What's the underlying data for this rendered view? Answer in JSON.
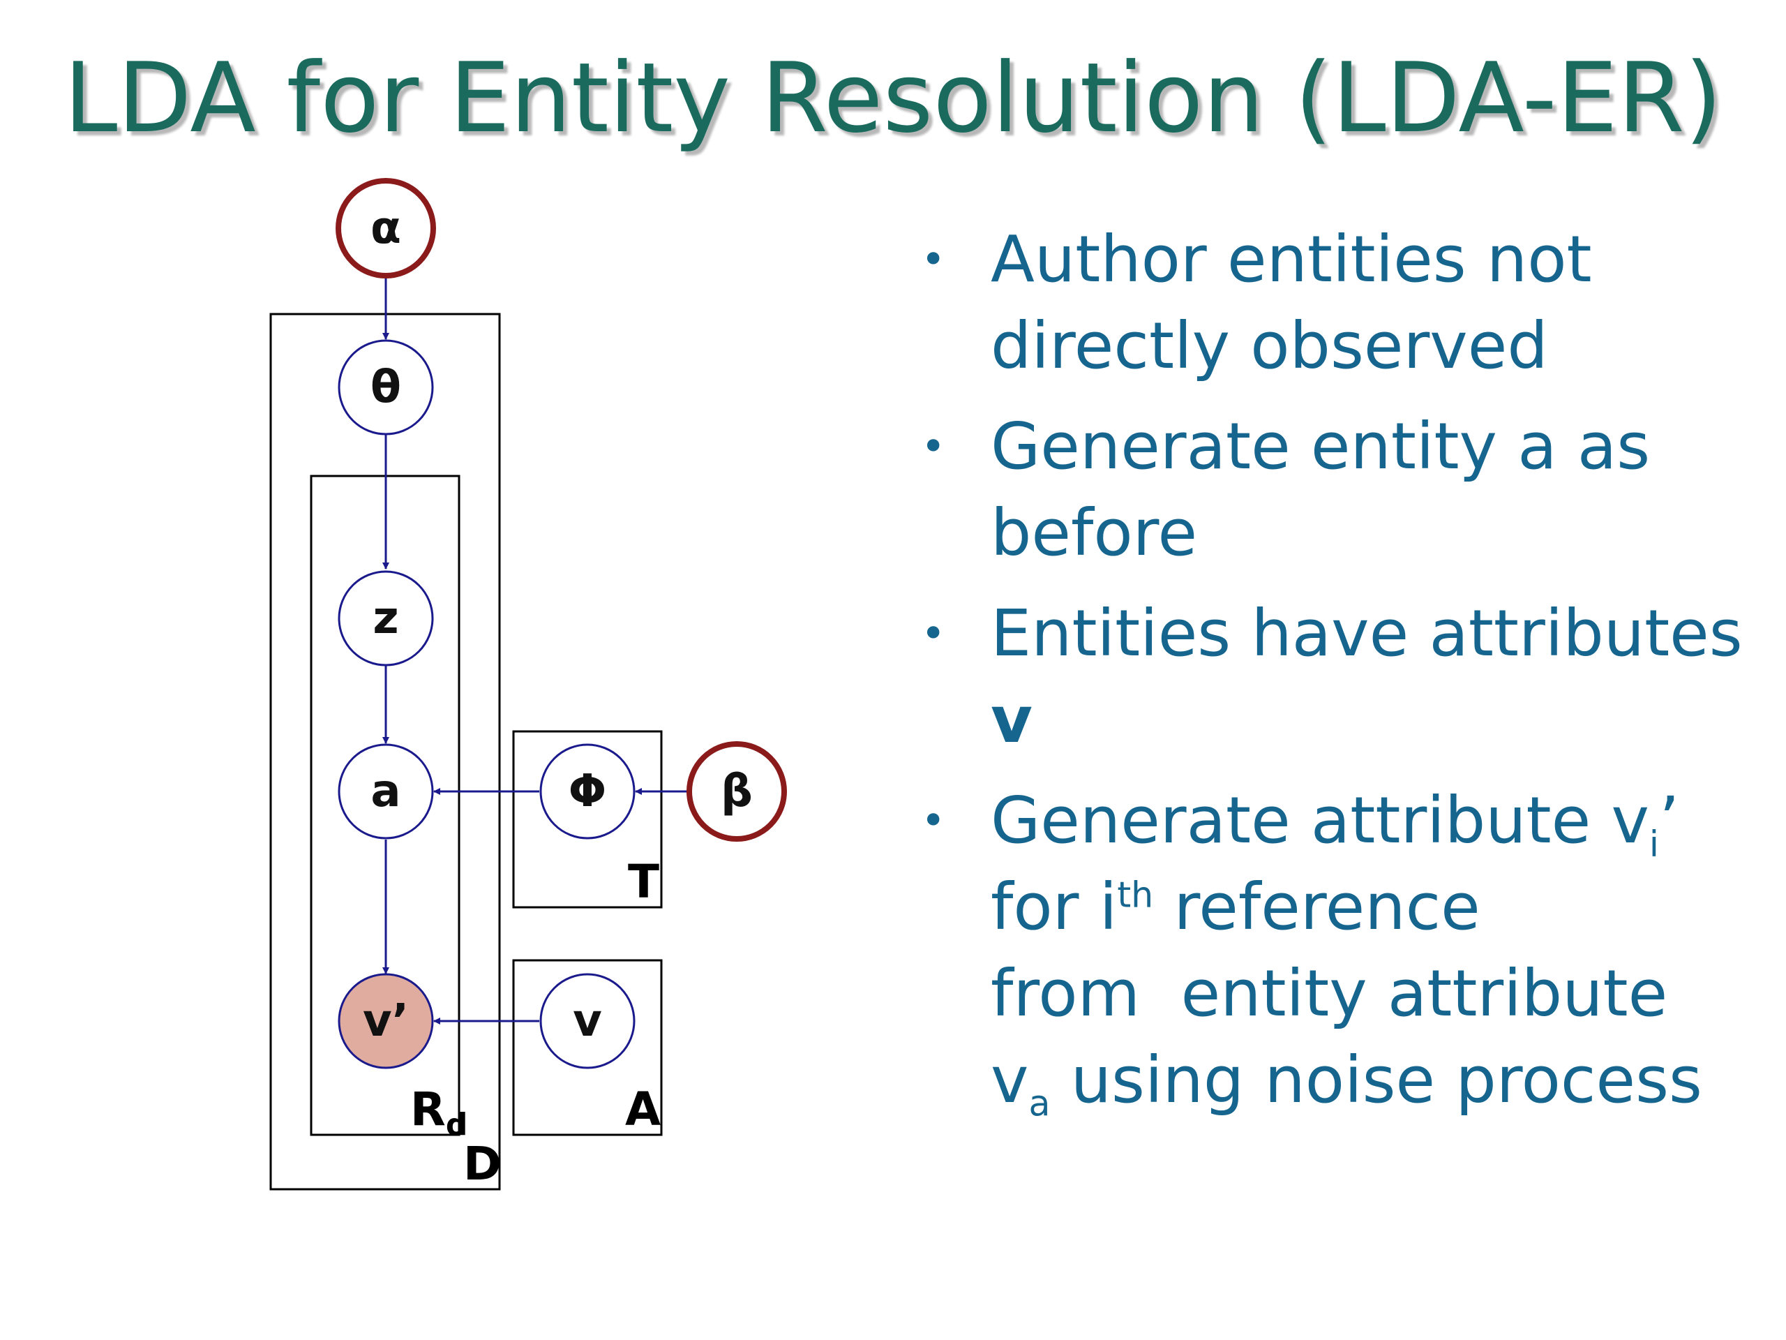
{
  "slide": {
    "title": "LDA for Entity Resolution (LDA-ER)"
  },
  "diagram": {
    "nodes": {
      "alpha": "α",
      "theta": "θ",
      "z": "z",
      "a": "a",
      "v_prime": "v’",
      "phi": "Φ",
      "beta": "β",
      "v": "v"
    },
    "plates": {
      "D": "D",
      "R": "R",
      "R_sub": "d",
      "T": "T",
      "A": "A"
    },
    "colors": {
      "hyperparam_ring": "#8b1a1a",
      "node_ring": "#1a1a8c",
      "observed_fill": "#e0aca0",
      "arrow": "#1a1a8c"
    }
  },
  "bullets": [
    {
      "text": "Author entities not directly observed"
    },
    {
      "pre": "Generate entity a as before"
    },
    {
      "pre": "Entities have attributes ",
      "bold": "v"
    },
    {
      "line1_pre": "Generate attribute v",
      "line1_sub": "i",
      "line1_post": "’",
      "line2_pre": "for i",
      "line2_sup": "th",
      "line2_post": " reference",
      "line3": "from  entity attribute",
      "line4_pre": "v",
      "line4_sub": "a",
      "line4_post": " using noise process"
    }
  ],
  "colors": {
    "title": "#1a6b5e",
    "bullet_text": "#16658f"
  }
}
